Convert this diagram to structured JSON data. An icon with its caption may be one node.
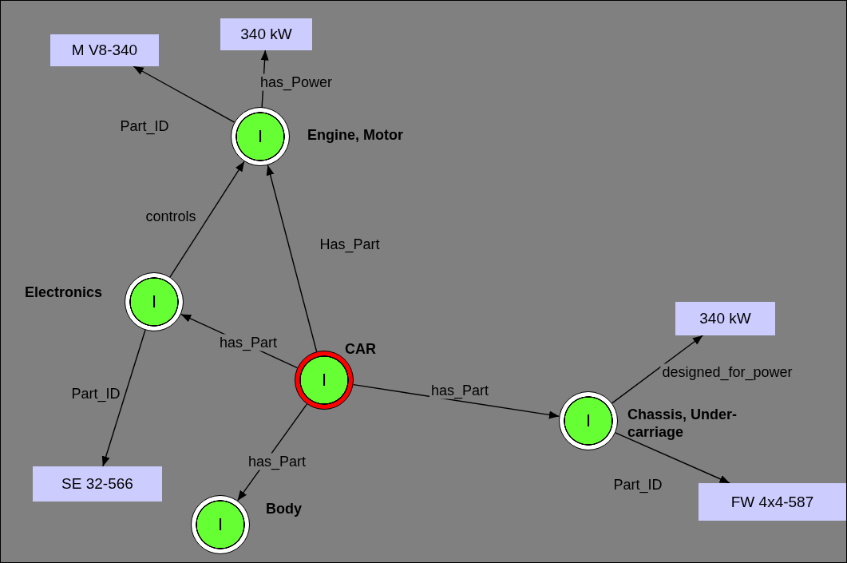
{
  "diagram": {
    "nodes": [
      {
        "text": [
          "I"
        ],
        "beside": [
          "Engine, Motor"
        ]
      },
      {
        "text": [
          "I"
        ],
        "beside": [
          "Electronics"
        ]
      },
      {
        "text": [
          "I"
        ],
        "beside": [
          "CAR"
        ]
      },
      {
        "text": [
          "I"
        ],
        "beside": [
          "Chassis, Under-carriage"
        ]
      },
      {
        "text": [
          "I"
        ],
        "beside": [
          "Body"
        ]
      },
      {
        "text": [
          "M V8-340"
        ]
      },
      {
        "text": [
          "340 kW"
        ]
      },
      {
        "text": [
          "340 kW"
        ]
      },
      {
        "text": [
          "SE 32-566"
        ]
      },
      {
        "text": [
          "FW 4x4-587"
        ]
      }
    ],
    "edges": [
      {
        "from": 0,
        "to": 5,
        "arrow": "to",
        "label": "Part_ID"
      },
      {
        "from": 0,
        "to": 6,
        "arrow": "to",
        "label": "has_Power"
      },
      {
        "from": 1,
        "to": 0,
        "arrow": "to",
        "label": "controls"
      },
      {
        "from": 2,
        "to": 0,
        "arrow": "to",
        "label": "Has_Part"
      },
      {
        "from": 2,
        "to": 1,
        "arrow": "to",
        "label": "has_Part"
      },
      {
        "from": 1,
        "to": 8,
        "arrow": "to",
        "label": "Part_ID"
      },
      {
        "from": 2,
        "to": 3,
        "arrow": "to",
        "label": "has_Part"
      },
      {
        "from": 2,
        "to": 4,
        "arrow": "to",
        "label": "has_Part"
      },
      {
        "from": 3,
        "to": 7,
        "arrow": "to",
        "label": "designed_for_power"
      },
      {
        "from": 3,
        "to": 9,
        "arrow": "to",
        "label": "Part_ID"
      }
    ]
  }
}
